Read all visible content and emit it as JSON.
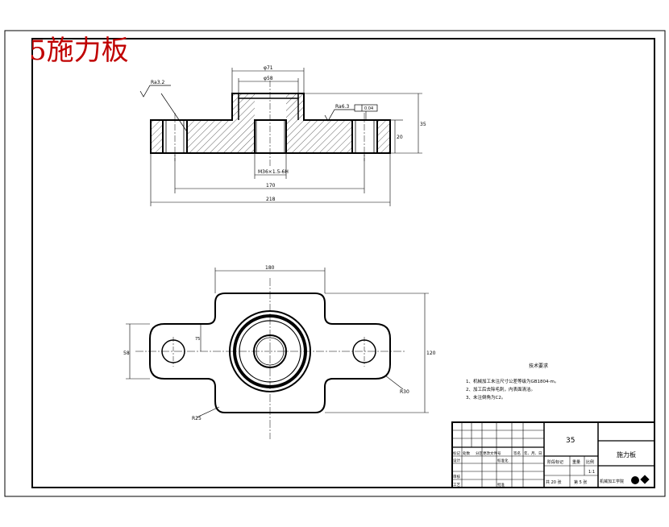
{
  "sheet_title": "5施力板",
  "front_view": {
    "roughness_left": "Ra3.2",
    "roughness_right": "Ra6.3",
    "tolerance": "0.04",
    "dims": {
      "phi71": "φ71",
      "phi58": "φ58",
      "h35": "35",
      "h20": "20",
      "d170": "170",
      "d218": "218",
      "thread": "M36×1.5-6H"
    }
  },
  "top_view": {
    "dims": {
      "d180": "180",
      "d120": "120",
      "d58": "58",
      "d75": "75",
      "r25": "R25",
      "r30": "R30"
    }
  },
  "tech_requirements": {
    "title": "技术要求",
    "items": [
      "1、机械加工未注尺寸公差等级为GB1804-m。",
      "2、加工后去除毛刺，内表面清洁。",
      "3、未注倒角为C2。"
    ]
  },
  "title_block": {
    "material": "35",
    "part_name": "施力板",
    "stage_mark": "阶段标记",
    "weight": "重量",
    "scale": "比例",
    "scale_value": "1:1",
    "sheets_total": "共 20 张",
    "sheet_no": "第 5 张",
    "labels": [
      "标记",
      "处数",
      "分区",
      "更改文件号",
      "签名",
      "年、月、日",
      "设计",
      "标准化",
      "审核",
      "工艺",
      "批准"
    ],
    "org": "机械加工学院"
  }
}
